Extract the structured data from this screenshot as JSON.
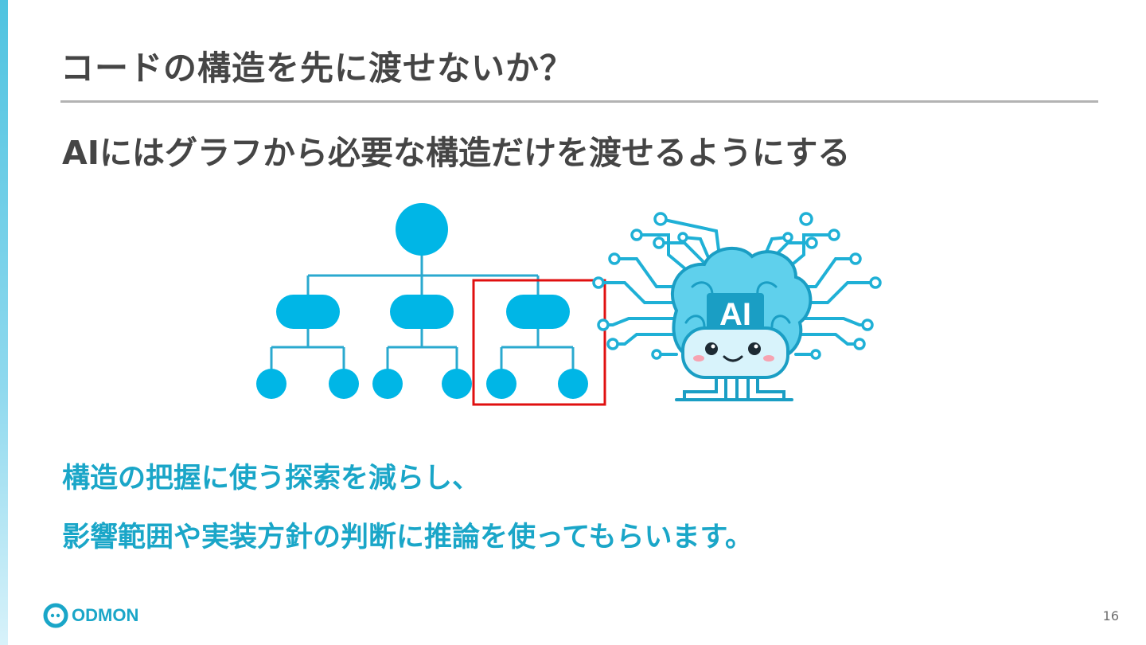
{
  "slide": {
    "title": "コードの構造を先に渡せないか？",
    "subtitle": "AIにはグラフから必要な構造だけを渡せるようにする",
    "caption_lines": [
      "構造の把握に使う探索を減らし、",
      "影響範囲や実装方針の判断に推論を使ってもらいます。"
    ],
    "ai_badge_text": "AI",
    "logo_text": "ODMON",
    "page_number": "16"
  },
  "colors": {
    "tree_fill": "#00b6e6",
    "tree_line": "#2aa9cf",
    "highlight_box": "#e01010",
    "accent_text": "#1aa6c8",
    "title_text": "#454545"
  },
  "icons": {
    "tree": "hierarchy-tree-icon",
    "ai": "ai-brain-mascot-icon",
    "logo": "codmon-logo-icon"
  }
}
